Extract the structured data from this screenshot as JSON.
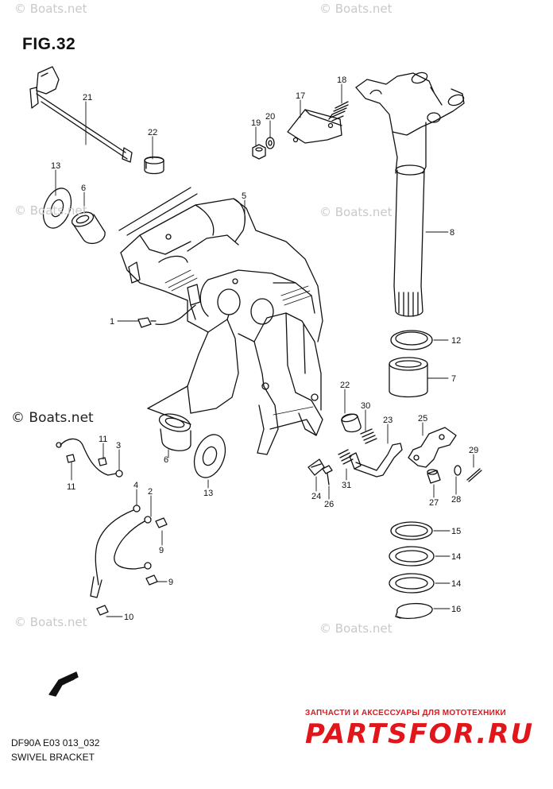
{
  "figure": {
    "title": "FIG.32",
    "code": "DF90A E03 013_032",
    "name": "SWIVEL BRACKET"
  },
  "watermark": {
    "text": "© Boats.net"
  },
  "branding": {
    "subtitle": "ЗАПЧАСТИ И АКСЕССУАРЫ ДЛЯ МОТОТЕХНИКИ",
    "logo": "PARTSFOR.RU",
    "color": "#e0161b"
  },
  "fwd_label": "FWD",
  "callouts": [
    "21",
    "22",
    "13",
    "6",
    "5",
    "17",
    "18",
    "19",
    "20",
    "8",
    "1",
    "12",
    "7",
    "22",
    "30",
    "23",
    "25",
    "29",
    "11",
    "3",
    "11",
    "6",
    "13",
    "4",
    "2",
    "9",
    "9",
    "10",
    "24",
    "26",
    "31",
    "27",
    "28",
    "15",
    "14",
    "14",
    "16"
  ]
}
